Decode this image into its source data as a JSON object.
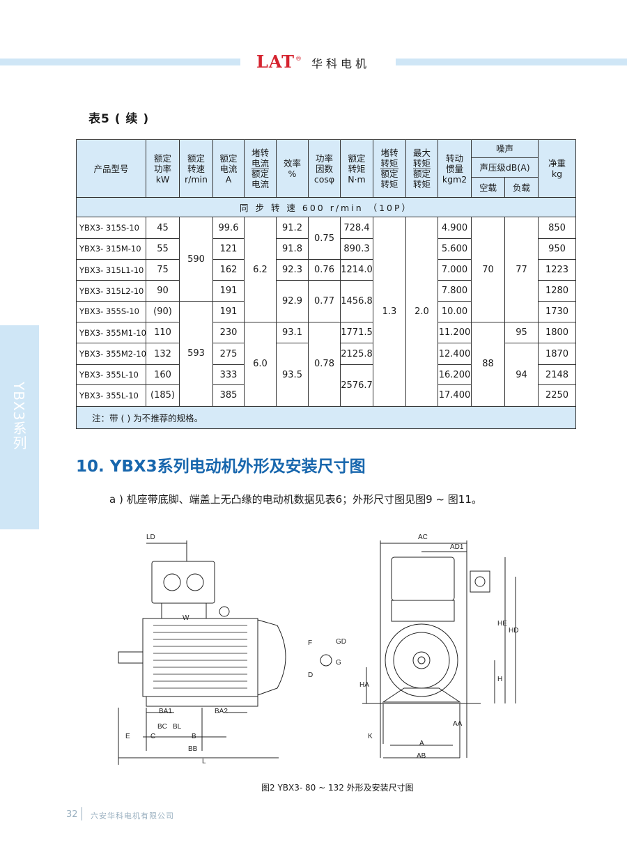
{
  "header": {
    "logo": "LAT",
    "reg_mark": "®",
    "company_cn": "华科电机"
  },
  "table": {
    "title": "表5 ( 续 )",
    "columns": {
      "model": "产品型号",
      "power": [
        "额定",
        "功率",
        "kW"
      ],
      "speed": [
        "额定",
        "转速",
        "r/min"
      ],
      "current": [
        "额定",
        "电流",
        "A"
      ],
      "locked_current": [
        "堵转",
        "电流",
        "额定",
        "电流"
      ],
      "efficiency": [
        "效率",
        "%"
      ],
      "power_factor": [
        "功率",
        "因数",
        "cosφ"
      ],
      "torque": [
        "额定",
        "转矩",
        "N·m"
      ],
      "locked_torque": [
        "堵转",
        "转矩",
        "额定",
        "转矩"
      ],
      "max_torque": [
        "最大",
        "转矩",
        "额定",
        "转矩"
      ],
      "inertia": [
        "转动",
        "惯量",
        "kgm2"
      ],
      "noise": "噪声",
      "noise_sub": "声压级dB(A)",
      "noise_idle": "空载",
      "noise_load": "负载",
      "weight": [
        "净重",
        "kg"
      ]
    },
    "speed_banner": "同 步 转 速  600 r/min  （10P）",
    "rows": [
      {
        "model": "YBX3- 315S-10",
        "power": "45",
        "current": "99.6",
        "efficiency": "91.2",
        "torque": "728.4",
        "inertia": "4.900",
        "weight": "850"
      },
      {
        "model": "YBX3- 315M-10",
        "power": "55",
        "current": "121",
        "efficiency": "91.8",
        "torque": "890.3",
        "inertia": "5.600",
        "weight": "950"
      },
      {
        "model": "YBX3- 315L1-10",
        "power": "75",
        "current": "162",
        "efficiency": "92.3",
        "torque": "1214.0",
        "inertia": "7.000",
        "weight": "1223"
      },
      {
        "model": "YBX3- 315L2-10",
        "power": "90",
        "current": "191",
        "torque": "1456.8",
        "inertia": "7.800",
        "weight": "1280"
      },
      {
        "model": "YBX3- 355S-10",
        "power": "(90)",
        "current": "191",
        "inertia": "10.00",
        "weight": "1730"
      },
      {
        "model": "YBX3- 355M1-10",
        "power": "110",
        "current": "230",
        "efficiency": "93.1",
        "torque": "1771.5",
        "inertia": "11.200",
        "noise_load": "95",
        "weight": "1800"
      },
      {
        "model": "YBX3- 355M2-10",
        "power": "132",
        "current": "275",
        "torque": "2125.8",
        "inertia": "12.400",
        "weight": "1870"
      },
      {
        "model": "YBX3- 355L-10",
        "power": "160",
        "current": "333",
        "torque": "2576.7",
        "inertia": "16.200",
        "weight": "2148"
      },
      {
        "model": "YBX3- 355L-10",
        "power": "(185)",
        "current": "385",
        "inertia": "17.400",
        "weight": "2250"
      }
    ],
    "merged": {
      "speed_a": "590",
      "speed_b": "593",
      "locked_current_a": "6.2",
      "locked_current_b": "6.0",
      "efficiency_a": "92.9",
      "efficiency_b": "93.5",
      "pf_a": "0.75",
      "pf_b": "0.76",
      "pf_c": "0.77",
      "pf_d": "0.78",
      "locked_torque": "1.3",
      "max_torque": "2.0",
      "noise_idle_a": "70",
      "noise_idle_b": "88",
      "noise_load_a": "77",
      "noise_load_b": "94"
    },
    "note": "注：带 ( ) 为不推荐的规格。"
  },
  "side_tab": "YBX3系列",
  "section": {
    "title": "10. YBX3系列电动机外形及安装尺寸图",
    "subtitle": "a ) 机座带底脚、端盖上无凸缘的电动机数据见表6；外形尺寸图见图9 ~ 图11。"
  },
  "drawing": {
    "labels": {
      "ld": "LD",
      "w": "W",
      "ba1": "BA1",
      "ba2": "BA2",
      "bc": "BC",
      "bl": "BL",
      "e": "E",
      "c": "C",
      "b": "B",
      "bb": "BB",
      "l": "L",
      "ac": "AC",
      "ad1": "AD1",
      "f": "F",
      "gd": "GD",
      "d": "D",
      "g": "G",
      "ha": "HA",
      "h": "H",
      "hd": "HD",
      "he": "HE",
      "k": "K",
      "aa": "AA",
      "a": "A",
      "ab": "AB"
    }
  },
  "caption": "图2   YBX3- 80 ~ 132  外形及安装尺寸图",
  "footer": {
    "page": "32",
    "company": "六安华科电机有限公司"
  },
  "colors": {
    "accent_blue": "#1766ad",
    "light_blue": "#d6eaf8",
    "brand_red": "#d5232f"
  }
}
